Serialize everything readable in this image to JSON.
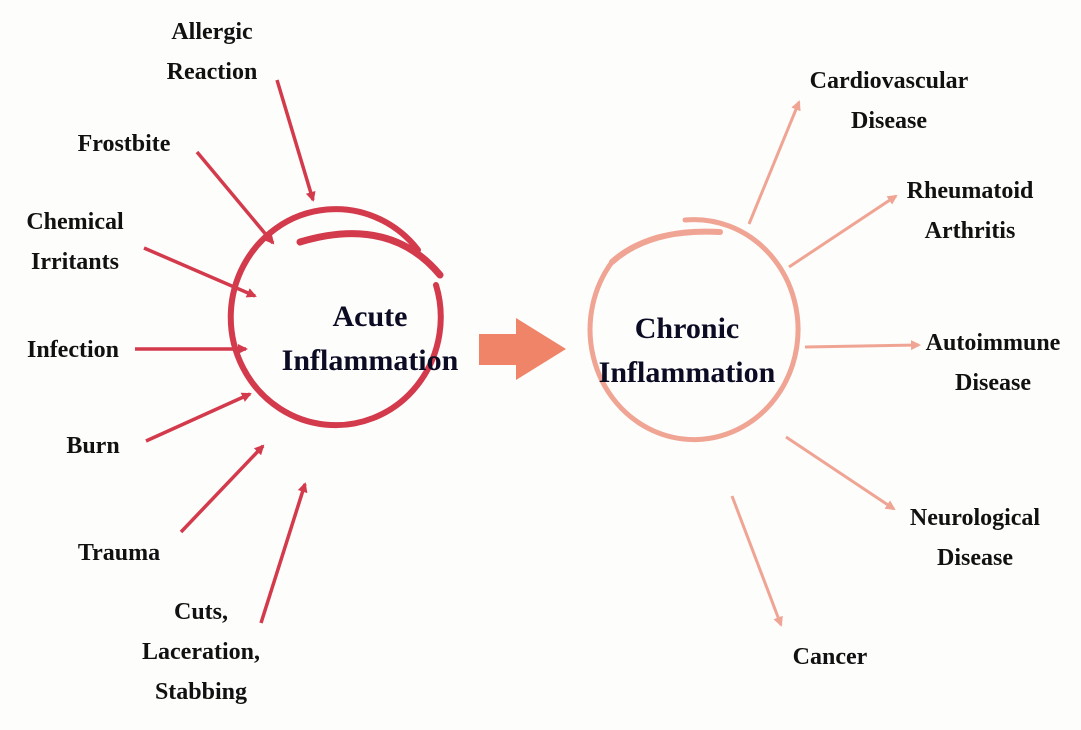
{
  "colors": {
    "acute": "#d33a4c",
    "chronic": "#f0a493",
    "text": "#111111"
  },
  "center": {
    "acute": "Acute\nInflammation",
    "chronic": "Chronic\nInflammation"
  },
  "causes": [
    "Allergic\nReaction",
    "Frostbite",
    "Chemical\nIrritants",
    "Infection",
    "Burn",
    "Trauma",
    "Cuts,\nLaceration,\nStabbing"
  ],
  "outcomes": [
    "Cardiovascular\nDisease",
    "Rheumatoid\nArthritis",
    "Autoimmune\nDisease",
    "Neurological\nDisease",
    "Cancer"
  ]
}
